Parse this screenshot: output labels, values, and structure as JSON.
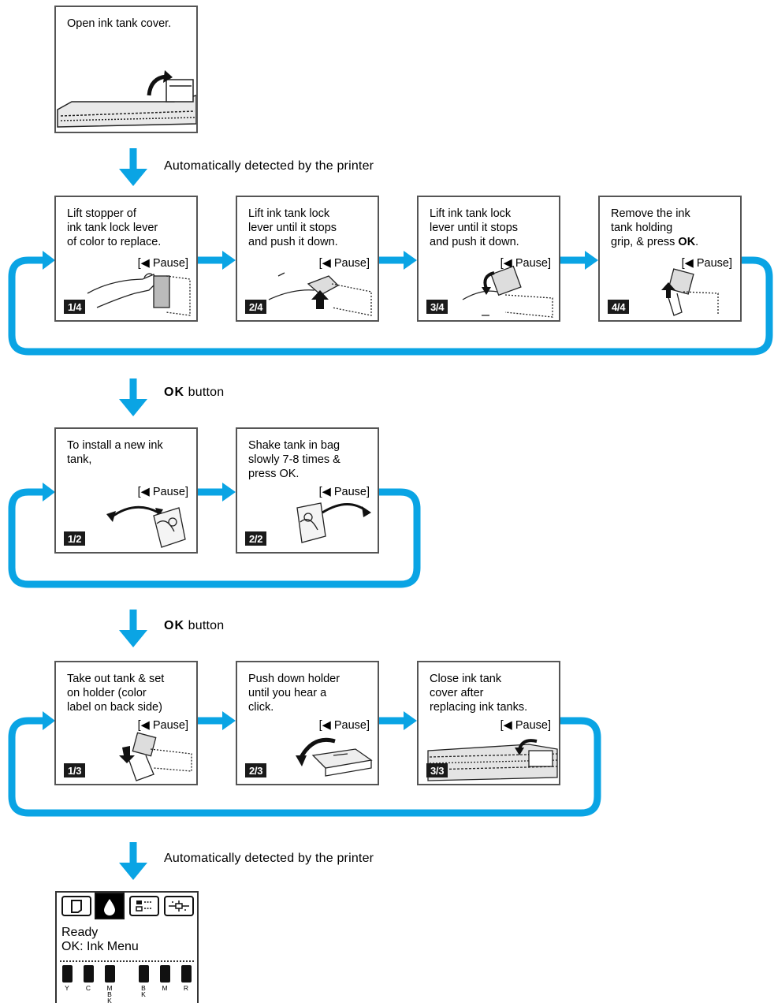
{
  "colors": {
    "arrow": "#0aa4e4",
    "panel_border": "#555555",
    "step_badge": "#1a1a1a"
  },
  "top_panel": {
    "text": "Open ink tank cover."
  },
  "captions": {
    "auto_detect_1": "Automatically detected by the printer",
    "ok_button_1_bold": "OK",
    "ok_button_1_rest": " button",
    "ok_button_2_bold": "OK",
    "ok_button_2_rest": " button",
    "auto_detect_2": "Automatically detected by the printer"
  },
  "pause_label": "[◀  Pause]",
  "row1": [
    {
      "text": "Lift stopper of\nink tank lock lever\nof color to replace.",
      "step": "1/4"
    },
    {
      "text": "Lift ink tank lock\nlever until it stops\nand push it down.",
      "step": "2/4"
    },
    {
      "text": "Lift ink tank lock\nlever until it stops\nand push it down.",
      "step": "3/4"
    },
    {
      "text_plain": "Remove the ink\ntank holding\ngrip, & press ",
      "text_bold": "OK",
      "text_end": ".",
      "step": "4/4"
    }
  ],
  "row2": [
    {
      "text": "To install a new ink\ntank,",
      "step": "1/2"
    },
    {
      "text": "Shake tank in bag\nslowly 7-8 times &\npress OK.",
      "step": "2/2"
    }
  ],
  "row3": [
    {
      "text": "Take out tank & set\non holder (color\nlabel on back side)",
      "step": "1/3"
    },
    {
      "text": "Push down holder\nuntil you hear a\nclick.",
      "step": "2/3"
    },
    {
      "text": "Close ink tank\ncover after\nreplacing ink tanks.",
      "step": "3/3"
    }
  ],
  "lcd": {
    "tab_icons": [
      "paper-icon",
      "ink-drop-icon",
      "menu-list-icon",
      "adjust-icon"
    ],
    "active_tab": "ink-drop-icon",
    "line1": "Ready",
    "line2": "OK: Ink Menu",
    "ink_labels": [
      "Y",
      "C",
      "M\nB\nK",
      "B\nK",
      "M",
      "R"
    ]
  }
}
